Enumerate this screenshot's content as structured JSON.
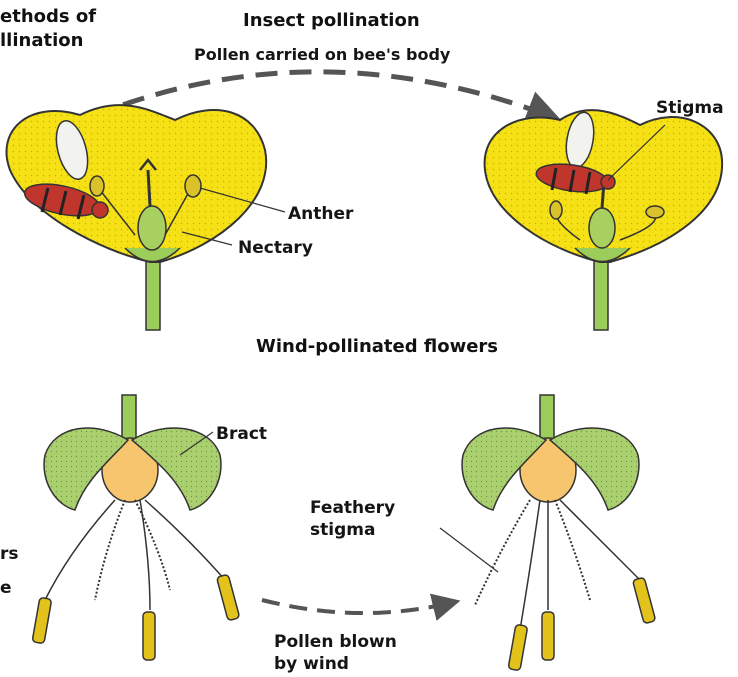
{
  "corner_title": {
    "line1": "ethods of",
    "line2": "llination"
  },
  "insect": {
    "title": "Insect pollination",
    "subtitle": "Pollen carried on bee's body",
    "labels": {
      "stigma": "Stigma",
      "anther": "Anther",
      "nectary": "Nectary"
    }
  },
  "wind": {
    "title": "Wind-pollinated flowers",
    "labels": {
      "bract": "Bract",
      "feathery_line1": "Feathery",
      "feathery_line2": "stigma",
      "pollen_line1": "Pollen blown",
      "pollen_line2": "by wind",
      "cut_left_1": "rs",
      "cut_left_2": "e"
    }
  },
  "colors": {
    "petal_yellow": "#f6e117",
    "stem_green": "#9ccc5a",
    "bract_green": "#aacf6e",
    "ovary_orange": "#f7c56d",
    "anther_yellow": "#e3c21c",
    "bee_red": "#c1362c",
    "arrow_gray": "#555555"
  }
}
